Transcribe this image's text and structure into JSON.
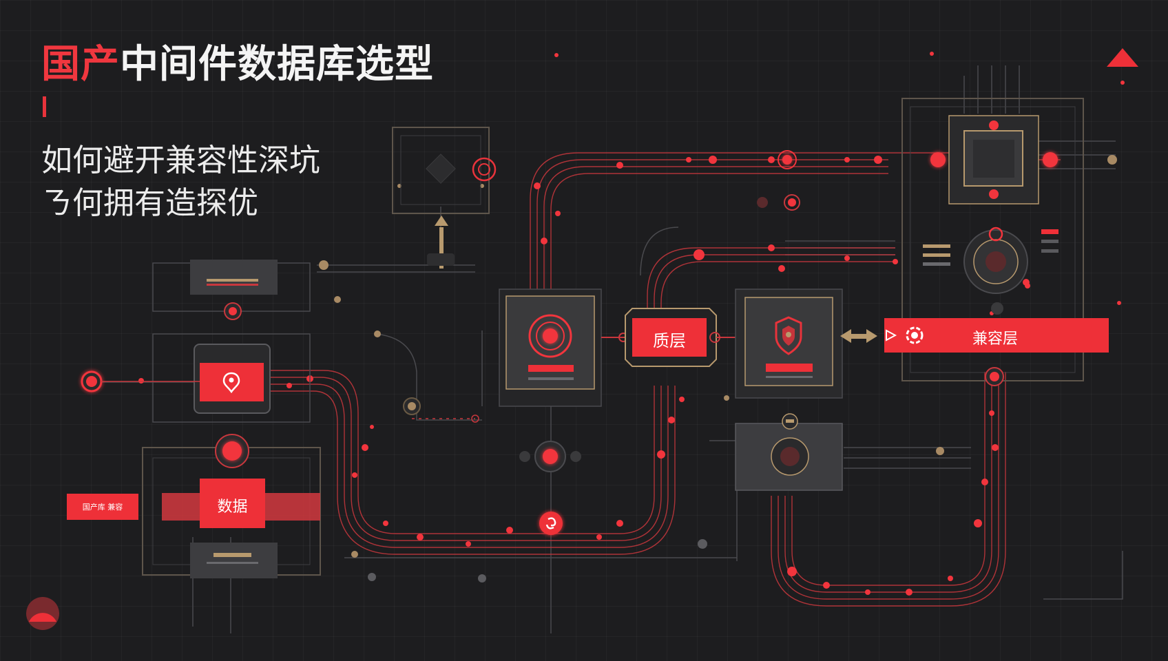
{
  "title": {
    "highlight": "国产",
    "rest": "中间件数据库选型"
  },
  "subtitle": {
    "line1": "如何避开兼容性深坑",
    "line2": "ㄋ何拥有造探优"
  },
  "labels": {
    "mid_layer": "质层",
    "compat_layer": "兼容层",
    "data": "数据",
    "left_tag": "国产库 兼容"
  },
  "colors": {
    "accent": "#ee3038",
    "background": "#1d1d1f",
    "line": "#5a5a5e",
    "gold": "#b89a6e"
  },
  "icons": [
    "target-icon",
    "location-pin-icon",
    "shield-icon",
    "gear-icon",
    "chip-icon",
    "link-icon",
    "arrow-up-icon",
    "double-arrow-icon",
    "triangle-logo-icon",
    "corner-logo-icon"
  ]
}
